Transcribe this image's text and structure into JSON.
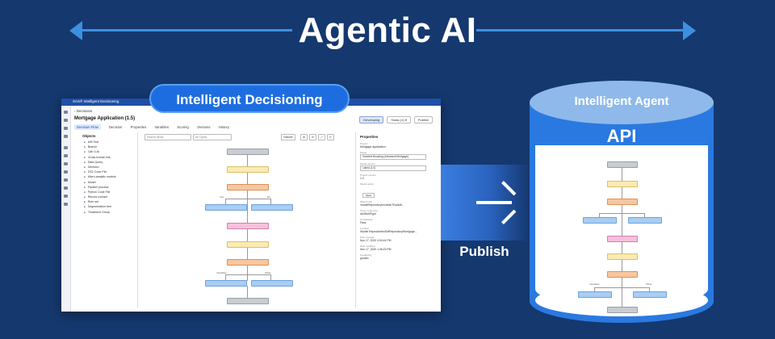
{
  "header": {
    "title": "Agentic AI"
  },
  "screenshot": {
    "pill_label": "Intelligent Decisioning",
    "window_title": "SAS® Intelligent Decisioning",
    "breadcrumb": "‹ Decisions",
    "app_title": "Mortgage Application (1.5)",
    "tabs": [
      "Decision Flow",
      "Decision",
      "Properties",
      "Variables",
      "Scoring",
      "Versions",
      "History"
    ],
    "toolbar": {
      "developing": "Developing",
      "tasks": "Tasks (1) ▾",
      "publish": "Publish"
    },
    "objects_header": "Objects",
    "objects": [
      "A/B Test",
      "Branch",
      "Call LUA",
      "Cross-branch link",
      "Data Query",
      "Decision",
      "DS2 Code File",
      "Micro-analytic module",
      "Model",
      "Parallel process",
      "Python Code File",
      "Record contact",
      "Rule set",
      "Segmentation tree",
      "Treatment Group"
    ],
    "search_placeholder": "Search items",
    "filter_placeholder": "All Types",
    "canvas_buttons": [
      "Validate",
      "⊕",
      "⊖",
      "⤢",
      "⎘"
    ],
    "branch_labels": {
      "yes1": "Yes",
      "no1": "No",
      "yes2": "Yes/other",
      "no2": "Other"
    },
    "properties": {
      "header": "Properties",
      "rows": [
        {
          "label": "Project",
          "value": "Mortgage Application"
        },
        {
          "label": "Model",
          "value": "Gradient Boosting (Advanced Mortgage)"
        },
        {
          "label": "Model version",
          "value": "Latest (1.0)"
        },
        {
          "label": "Project version",
          "value": "1.0"
        },
        {
          "label": "Model action",
          "value": "Open"
        },
        {
          "label": "Object URI",
          "value": "/modelRepository/models/7f1a4b8..."
        },
        {
          "label": "Score code type",
          "value": "ds2MultiType"
        },
        {
          "label": "Compliance",
          "value": "Pass"
        },
        {
          "label": "Location",
          "value": "/Model Repositories/DMRepository/Mortgage..."
        },
        {
          "label": "Date created",
          "value": "Nov 17, 2020 4:00:44 PM"
        },
        {
          "label": "Date modified",
          "value": "Nov 17, 2020 1:36:23 PM"
        },
        {
          "label": "Created by",
          "value": "gordan"
        }
      ]
    }
  },
  "publish": {
    "label": "Publish"
  },
  "cylinder": {
    "top_label": "Intelligent Agent",
    "api_label": "API"
  },
  "colors": {
    "background": "#15386e",
    "accent": "#3d8fe0",
    "pill": "#1e6de0",
    "cylinder": "#2a79e0"
  }
}
